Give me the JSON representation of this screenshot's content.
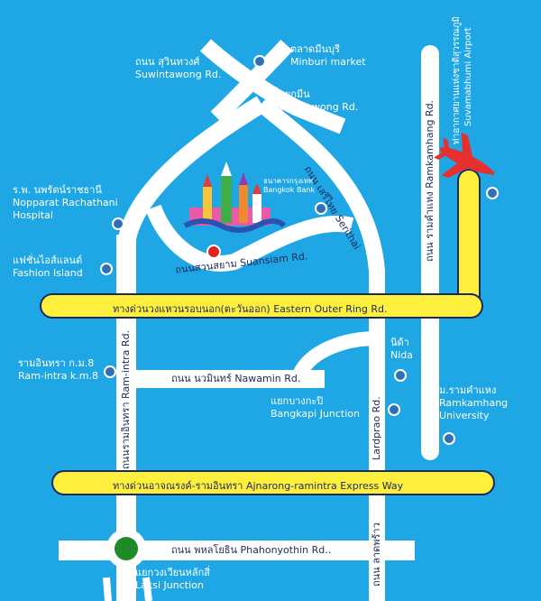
{
  "roads": {
    "suwintawong_top": {
      "th": "ถนน สุวินทวงศ์",
      "en": "Suwintawong Rd."
    },
    "suwintawong_right": {
      "th": "สี่แยกมีน",
      "en": "Suwintawong Rd."
    },
    "serithai": {
      "text": "ถนน เสรีไทย  Serithai"
    },
    "suansiam": {
      "text": "ถนนสวนสยาม  Suansiam Rd."
    },
    "ramkamhang": {
      "text": "ถนน รามคำแหง  Ramkamhang Rd."
    },
    "ramintra": {
      "text": "ถนนรามอินทรา Ram-intra Rd."
    },
    "nawamin": {
      "text": "ถนน นวมินทร์  Nawamin Rd."
    },
    "lardprao": {
      "text": "Lardprao Rd."
    },
    "lardprao_th": {
      "text": "ถนน ลาดพร้าว"
    },
    "phahonyothin": {
      "text": "ถนน พหลโยธิน  Phahonyothin Rd.."
    }
  },
  "highways": {
    "eastern_outer_ring": {
      "text": "ทางด่วนวงแหวนรอบนอก(ตะวันออก)    Eastern Outer Ring Rd."
    },
    "ajnarong": {
      "text": "ทางด่วนอาจณรงค์-รามอินทรา    Ajnarong-ramintra Express Way"
    }
  },
  "places": {
    "minburi": {
      "th": "ตลาดมีนบุรี",
      "en": "Minburi market"
    },
    "bangkok_bank": {
      "th": "ธนาคารกรุงเทพ",
      "en": "Bangkok Bank"
    },
    "nopparat": {
      "th": "ร.พ. นพรัตน์ราชธานี",
      "en1": "Nopparat Rachathani",
      "en2": "Hospital"
    },
    "fashion_island": {
      "th": "แฟชั่นไอส์แลนด์",
      "en": "Fashion Island"
    },
    "ram_intra_km8": {
      "th": "รามอินทรา ก.ม.8",
      "en": "Ram-intra k.m.8"
    },
    "nida": {
      "th": "นิด้า",
      "en": "Nida"
    },
    "bangkapi": {
      "th": "แยกบางกะปิ",
      "en": "Bangkapi Junction"
    },
    "ramkamhang_univ": {
      "th": "ม.รามคำแหง",
      "en1": "Ramkamhang",
      "en2": "University"
    },
    "laksi": {
      "th": "แยกวงเวียนหลักสี่",
      "en": "Laksi Junction"
    },
    "airport": {
      "th": "ท่าอากาศยานแห่งชาติสุวรรณภูมิ",
      "en": "Suvamabhumi Airport"
    }
  },
  "colors": {
    "background": "#1ea7e4",
    "road": "#ffffff",
    "highway": "#ffef3d",
    "highway_border": "#1b2a5a",
    "poi": "#2f6fb6",
    "destination": "#e32222",
    "junction": "#1f8a2a",
    "plane": "#e63030"
  },
  "icons": [
    "plane-icon",
    "siam-park-icon",
    "destination-marker-icon",
    "junction-circle-icon",
    "poi-dot-icon"
  ]
}
